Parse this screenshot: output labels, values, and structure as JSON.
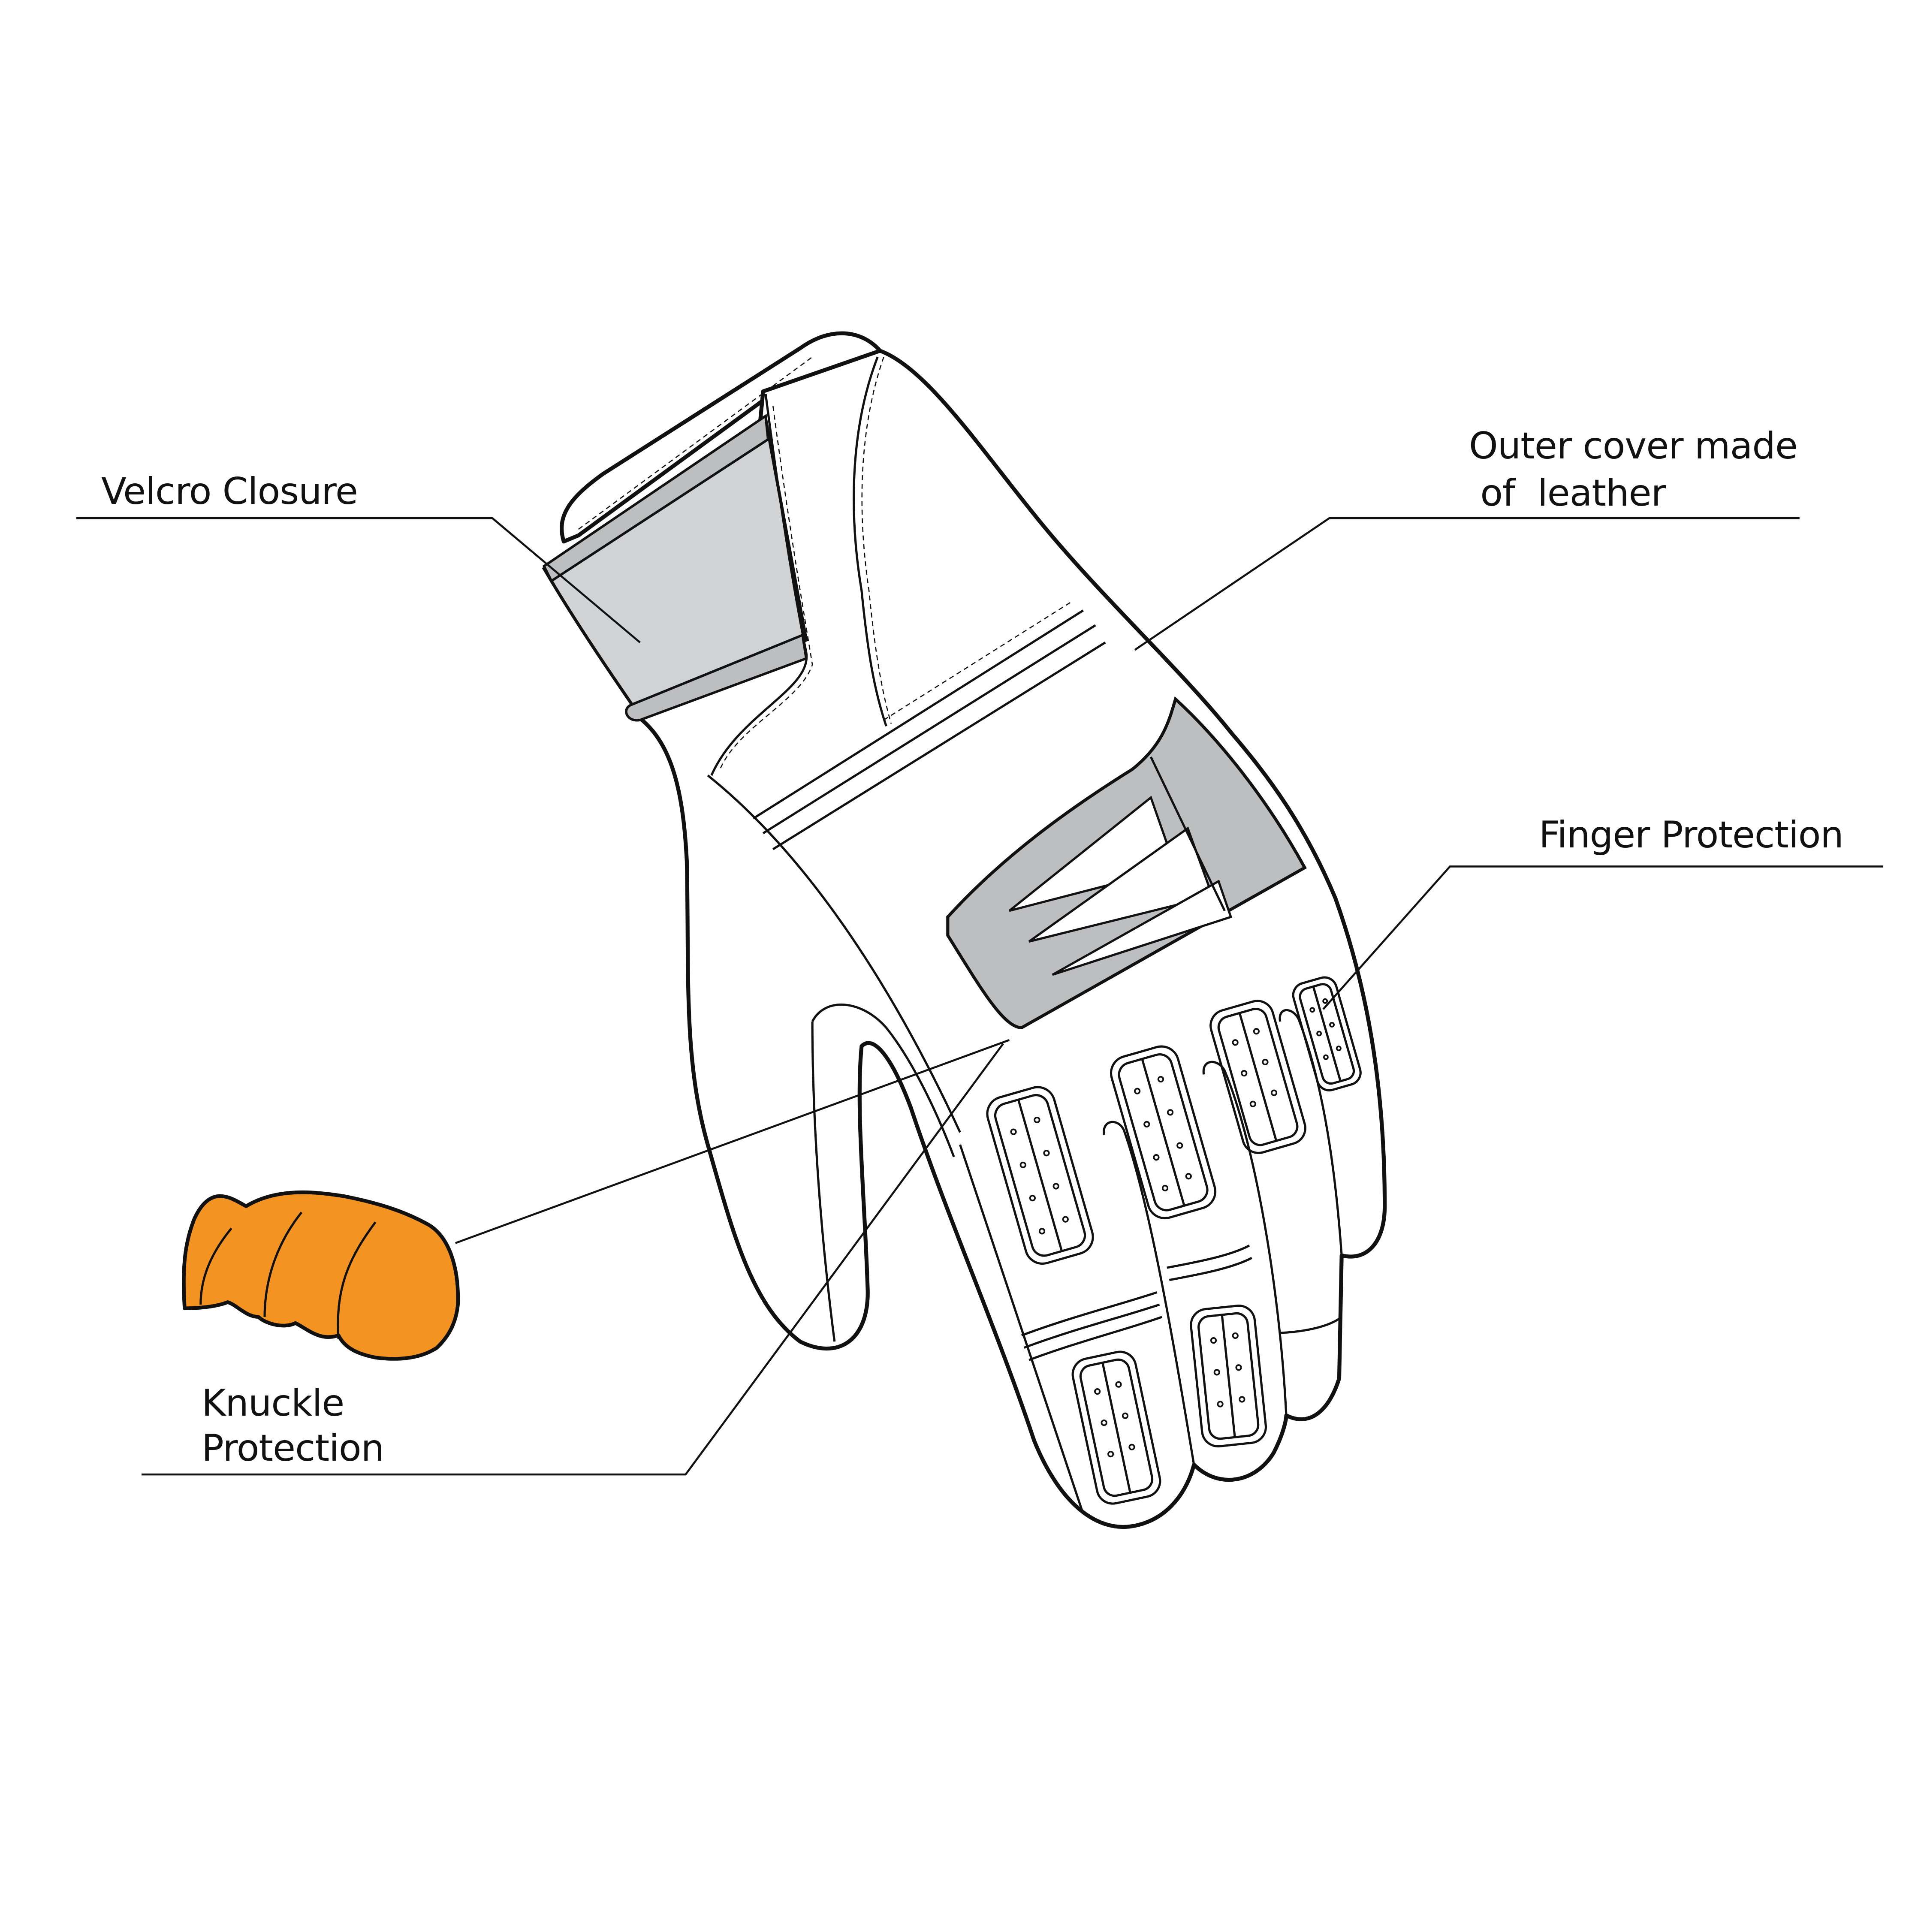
{
  "diagram": {
    "subject": "Motorcycle glove feature callouts",
    "colors": {
      "outline": "#111111",
      "velcro_panel": "#D1D2D4",
      "velcro_edge": "#BDBEC0",
      "knuckle_panel": "#BCBEC0",
      "knuckle_icon_fill": "#F39422",
      "background": "#FFFFFF"
    },
    "callouts": [
      {
        "id": "velcro",
        "label": "Velcro Closure"
      },
      {
        "id": "leather",
        "label": "Outer cover made\n of  leather"
      },
      {
        "id": "finger",
        "label": "Finger Protection"
      },
      {
        "id": "knuckle",
        "label": "Knuckle\nProtection"
      }
    ],
    "icons": {
      "knuckle_fist": "orange-fist-icon"
    }
  }
}
